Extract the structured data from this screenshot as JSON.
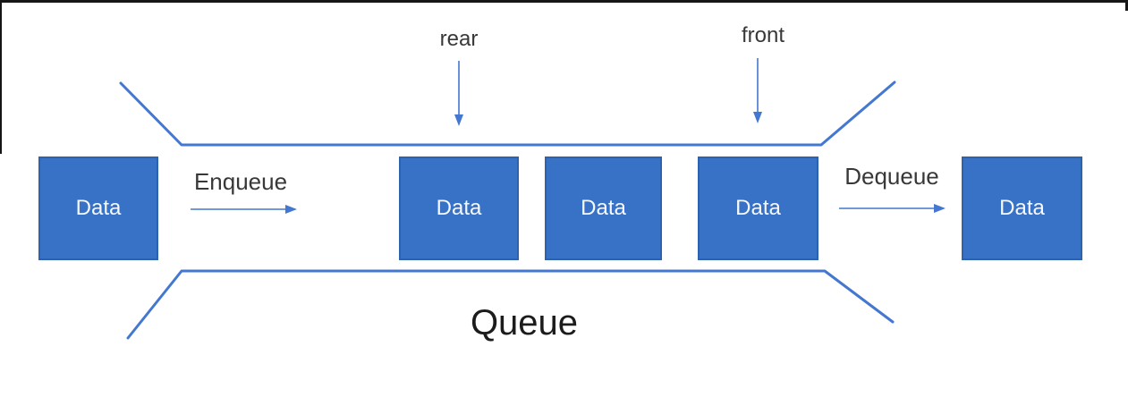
{
  "diagram": {
    "title": "Queue",
    "pointers": {
      "rear": "rear",
      "front": "front"
    },
    "operations": {
      "enqueue": "Enqueue",
      "dequeue": "Dequeue"
    },
    "boxes": [
      {
        "label": "Data"
      },
      {
        "label": "Data"
      },
      {
        "label": "Data"
      },
      {
        "label": "Data"
      },
      {
        "label": "Data"
      }
    ],
    "colors": {
      "box-fill": "#3772c6",
      "box-border": "#2d62ae",
      "line-color": "#4377d0",
      "label-color": "#383838",
      "title-color": "#1c1c1c",
      "box-text": "#f5f8fd",
      "frame-color": "#161616"
    }
  }
}
